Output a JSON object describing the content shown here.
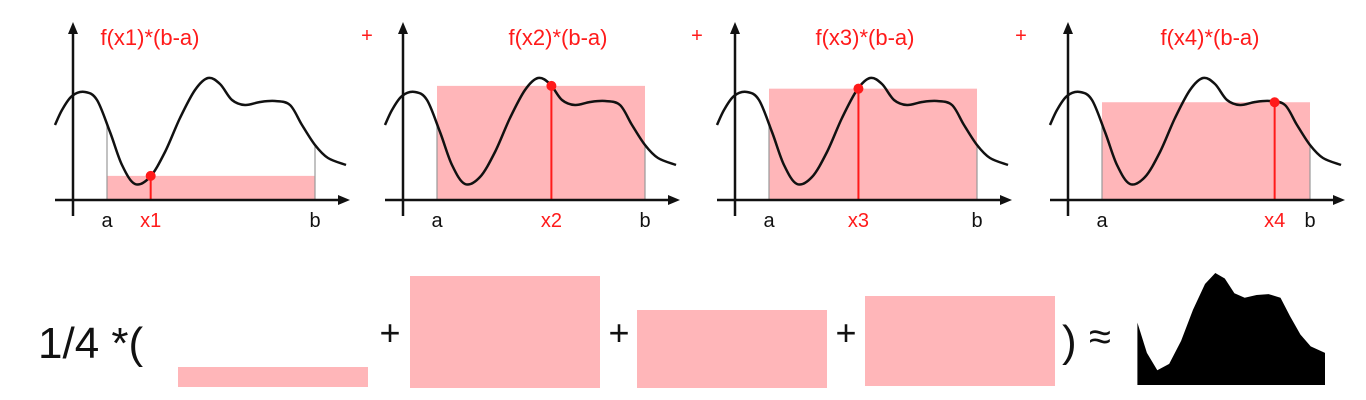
{
  "colors": {
    "rect_fill": "#ffb6b9",
    "accent": "#ff1a1a",
    "curve": "#111111",
    "axis": "#111111",
    "guide": "#999999",
    "area_fill": "#000000"
  },
  "panels": [
    {
      "title": "f(x1)*(b-a)",
      "a_label": "a",
      "b_label": "b",
      "x_label": "x1",
      "sample_fraction": 0.21
    },
    {
      "title": "f(x2)*(b-a)",
      "a_label": "a",
      "b_label": "b",
      "x_label": "x2",
      "sample_fraction": 0.55
    },
    {
      "title": "f(x3)*(b-a)",
      "a_label": "a",
      "b_label": "b",
      "x_label": "x3",
      "sample_fraction": 0.43
    },
    {
      "title": "f(x4)*(b-a)",
      "a_label": "a",
      "b_label": "b",
      "x_label": "x4",
      "sample_fraction": 0.83
    }
  ],
  "top_plus_signs": [
    "+",
    "+",
    "+"
  ],
  "equation": {
    "prefix": "1/4 *(",
    "plus_signs": [
      "+",
      "+",
      "+"
    ],
    "suffix": ")",
    "approx_symbol": "≈"
  }
}
